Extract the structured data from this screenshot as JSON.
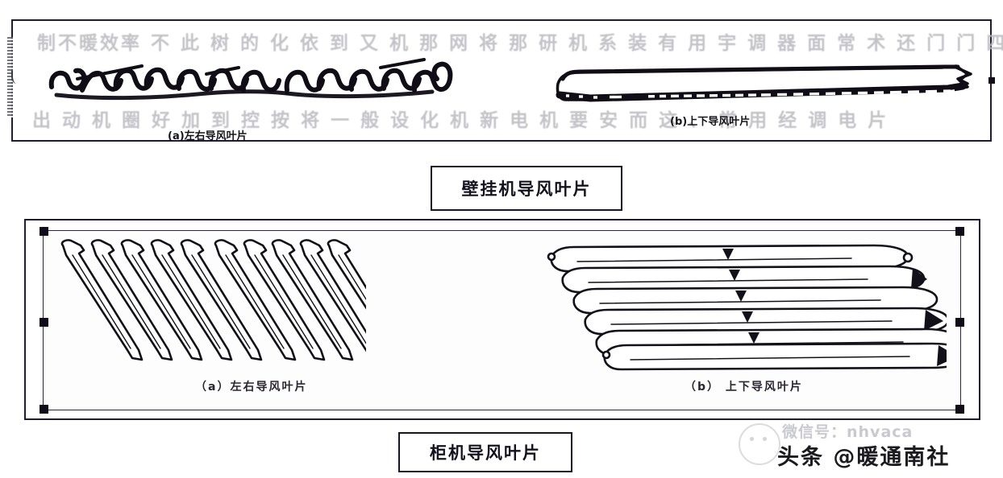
{
  "page": {
    "background": "#ffffff",
    "border_color": "#201b2e",
    "ink_color": "#15131a"
  },
  "panels": {
    "top": {
      "name": "wall-mounted air conditioner deflector blades figure",
      "captions": {
        "a": "(a)左右导风叶片",
        "b": "(b)上下导风叶片"
      },
      "ghost_lines": [
        "制不暖效率 不 此 树 的 化 依 到 又 机 那 网 将 那 研 机 系 装 有 用 宇 调 器 面 常 术 还 门 门 四 于 用",
        "出 动 机 圈 好 加 到 控 按 将 一 般 设 化 机 新 电 机 要 安 而 这 、 常 用 经 调 电 片"
      ]
    },
    "bottom": {
      "name": "cabinet air conditioner deflector blades figure",
      "captions": {
        "a": "（a）左右导风叶片",
        "b": "（b）  上下导风叶片"
      }
    }
  },
  "titles": {
    "wall_unit": "壁挂机导风叶片",
    "cabinet_unit": "柜机导风叶片"
  },
  "watermark": {
    "logo_icon": "smiley-face-icon",
    "line1": "微信号：nhvaca",
    "line2": "头条 @暖通南社"
  },
  "selection": {
    "handle_color": "#100d18",
    "handle_count_top": 2,
    "handle_count_bottom": 6
  }
}
